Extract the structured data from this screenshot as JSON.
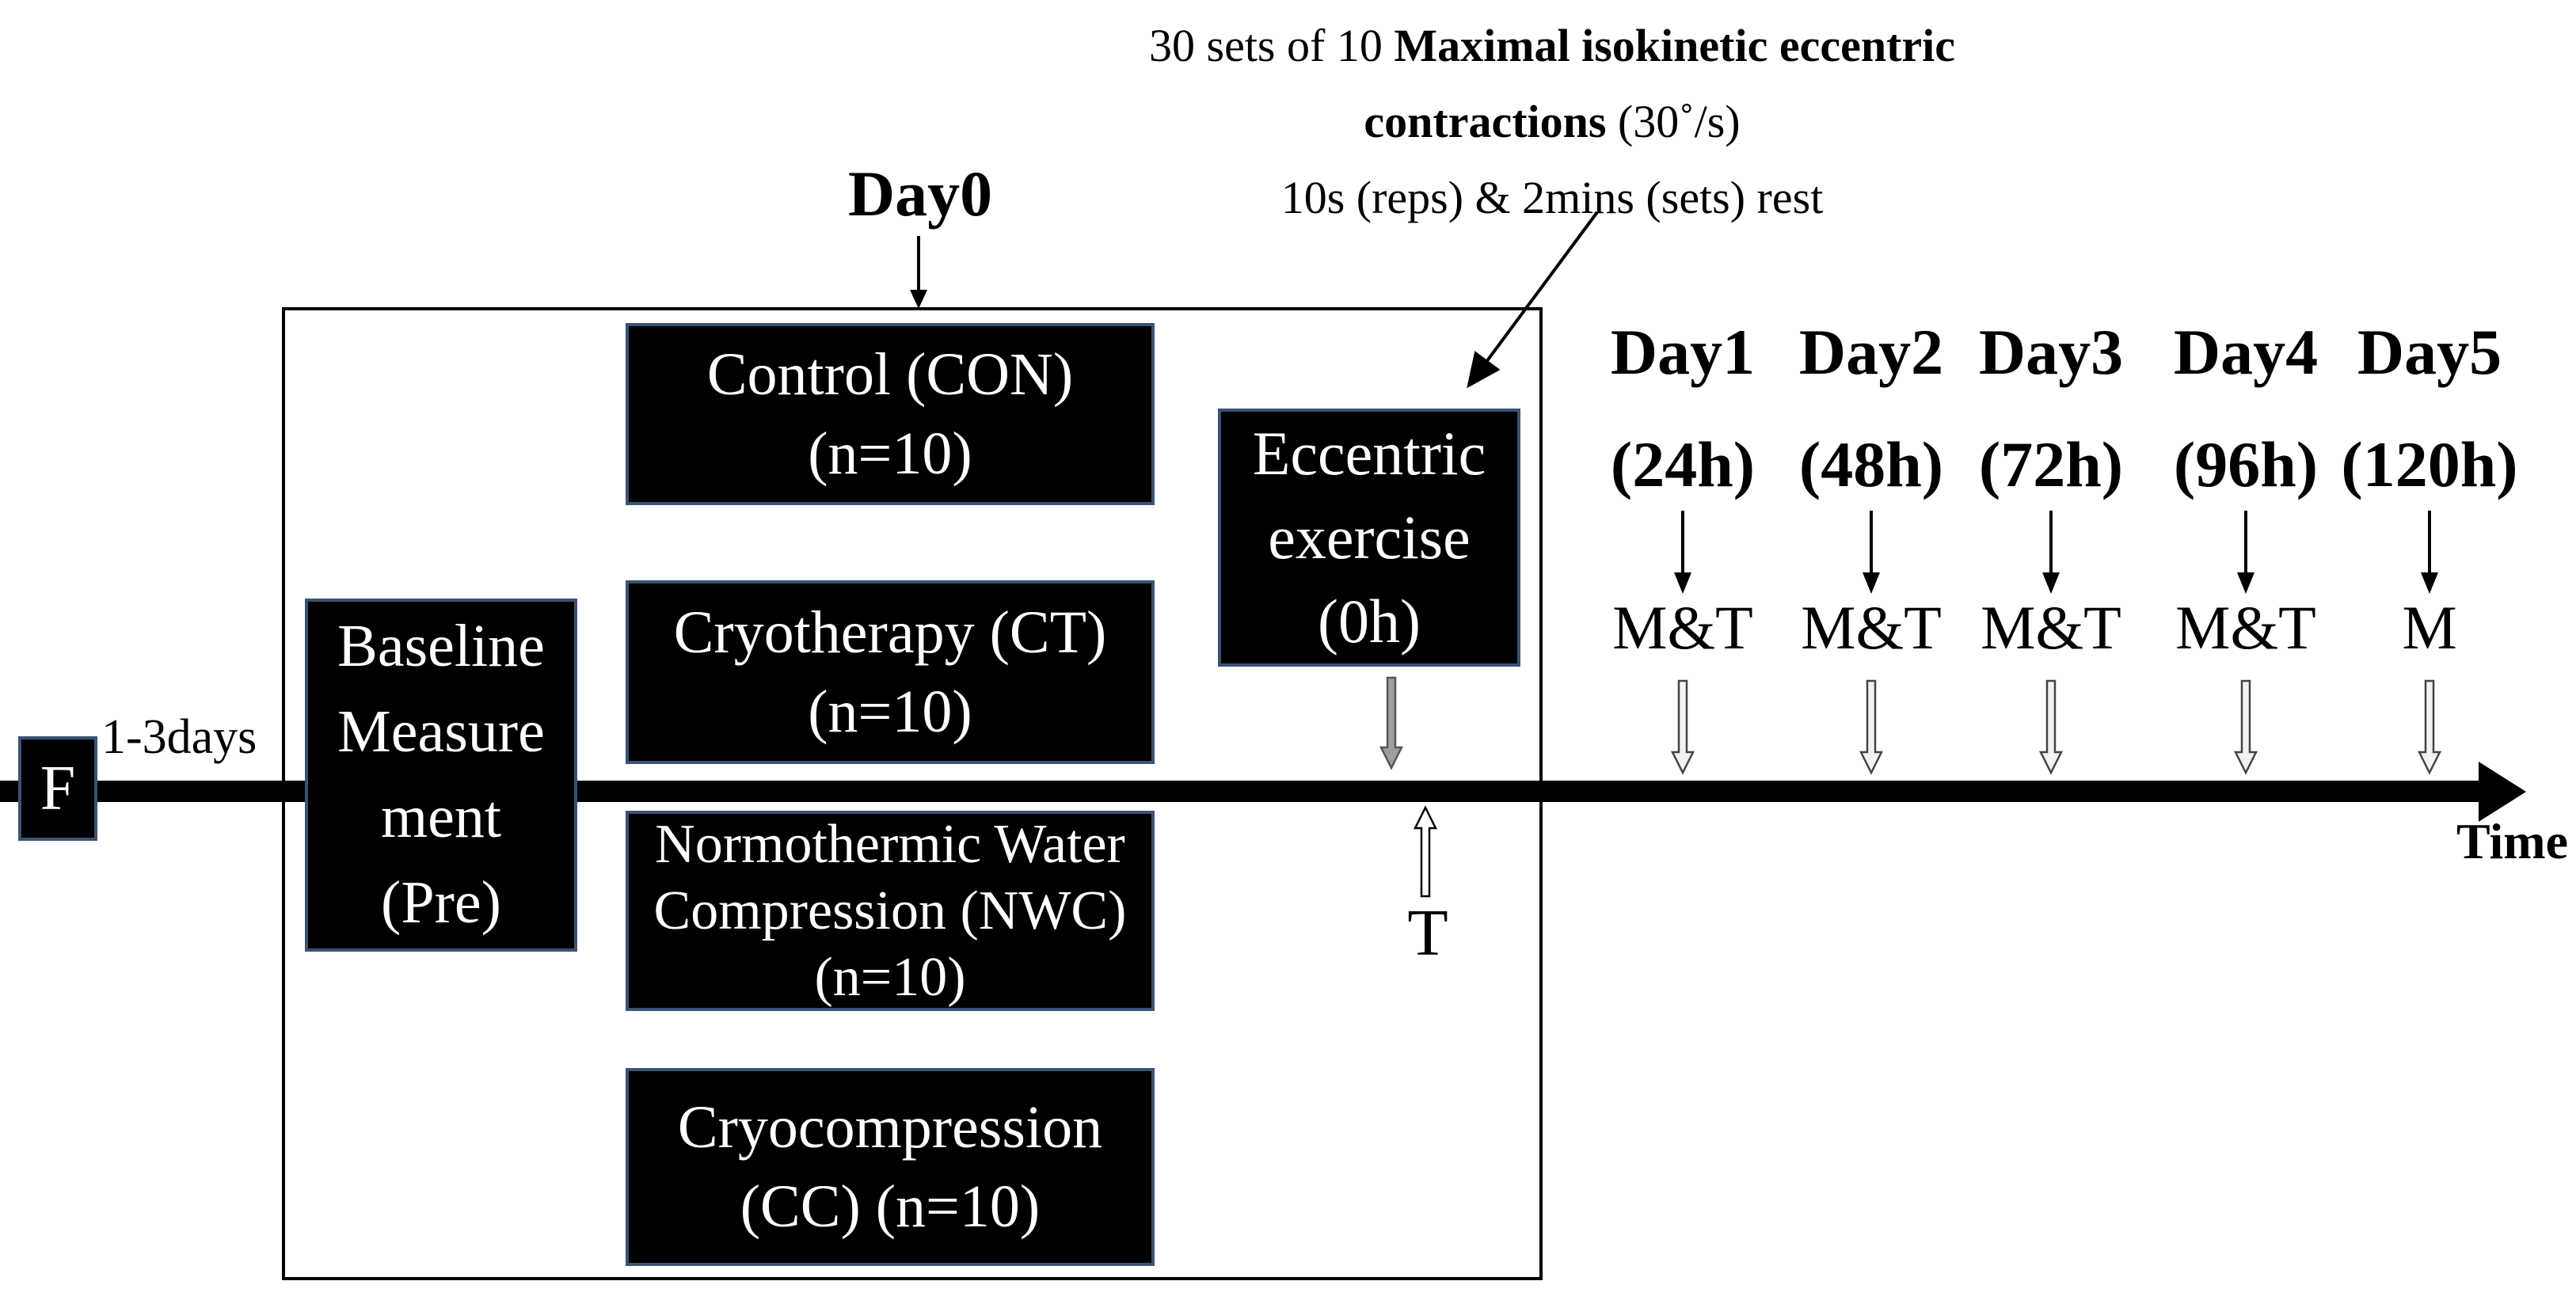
{
  "annotation": {
    "line1_regular": "30 sets of 10 ",
    "line1_bold": "Maximal isokinetic eccentric",
    "line2_bold": "contractions ",
    "line2_regular": "(30˚/s)",
    "line3": "10s (reps) & 2mins (sets) rest"
  },
  "day0_label": "Day0",
  "pre_interval_label": "1-3days",
  "familiarization_label": "F",
  "baseline": {
    "line1": "Baseline",
    "line2": "Measure",
    "line3": "ment",
    "line4": "(Pre)"
  },
  "groups": [
    {
      "line1": "Control (CON)",
      "line2": "(n=10)"
    },
    {
      "line1": "Cryotherapy (CT)",
      "line2": "(n=10)"
    },
    {
      "line1": "Normothermic Water",
      "line2": "Compression (NWC)",
      "line3": "(n=10)"
    },
    {
      "line1": "Cryocompression",
      "line2": "(CC) (n=10)"
    }
  ],
  "eccentric": {
    "line1": "Eccentric",
    "line2": "exercise",
    "line3": "(0h)"
  },
  "t_below_label": "T",
  "timeline_label": "Time",
  "days": [
    {
      "label": "Day1",
      "hours": "(24h)",
      "measures": "M&T"
    },
    {
      "label": "Day2",
      "hours": "(48h)",
      "measures": "M&T"
    },
    {
      "label": "Day3",
      "hours": "(72h)",
      "measures": "M&T"
    },
    {
      "label": "Day4",
      "hours": "(96h)",
      "measures": "M&T"
    },
    {
      "label": "Day5",
      "hours": "(120h)",
      "measures": "M"
    }
  ],
  "colors": {
    "box_bg": "#000000",
    "box_border": "#3b5373",
    "outer_border": "#000000",
    "box_text": "#ffffff",
    "arrow_fill_light": "#f2f2f2",
    "arrow_fill_gray": "#9e9e9e"
  }
}
